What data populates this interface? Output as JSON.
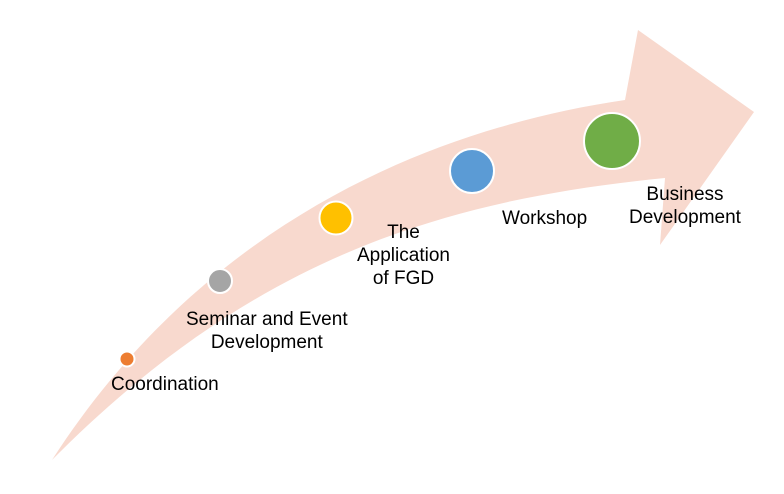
{
  "diagram": {
    "arrow_color": "#f8d9ce",
    "steps": [
      {
        "id": "coordination",
        "lines": [
          "Coordination"
        ],
        "color": "#ed7d31"
      },
      {
        "id": "seminar",
        "lines": [
          "Seminar and Event",
          "Development"
        ],
        "color": "#a5a5a5"
      },
      {
        "id": "fgd",
        "lines": [
          "The",
          "Application",
          "of FGD"
        ],
        "color": "#ffc000"
      },
      {
        "id": "workshop",
        "lines": [
          "Workshop"
        ],
        "color": "#5b9bd5"
      },
      {
        "id": "business",
        "lines": [
          "Business",
          "Development"
        ],
        "color": "#70ad47"
      }
    ]
  }
}
